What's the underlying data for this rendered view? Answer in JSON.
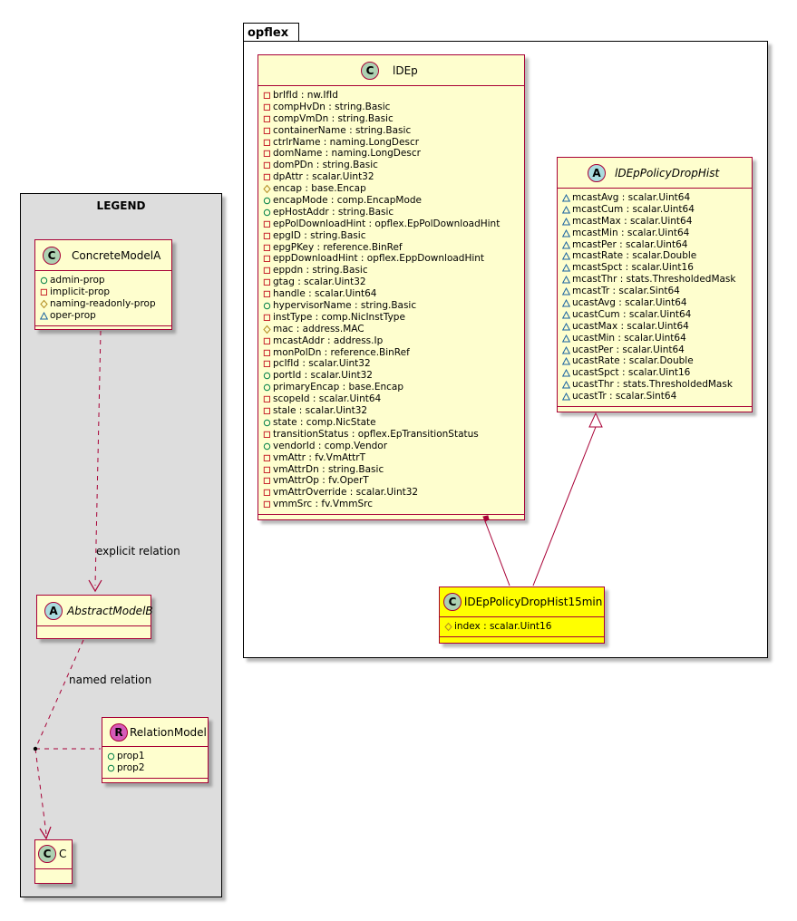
{
  "package": {
    "name": "opflex"
  },
  "legend": {
    "title": "LEGEND",
    "concrete_model": {
      "name": "ConcreteModelA",
      "stereotype": "C",
      "attributes": [
        {
          "vis": "public",
          "text": "admin-prop"
        },
        {
          "vis": "private",
          "text": "implicit-prop"
        },
        {
          "vis": "protected",
          "text": "naming-readonly-prop"
        },
        {
          "vis": "package",
          "text": "oper-prop"
        }
      ]
    },
    "abstract_model": {
      "name": "AbstractModelB",
      "stereotype": "A"
    },
    "relation_model": {
      "name": "RelationModel",
      "stereotype": "R",
      "attributes": [
        {
          "vis": "public",
          "text": "prop1"
        },
        {
          "vis": "public",
          "text": "prop2"
        }
      ]
    },
    "class_c": {
      "name": "C",
      "stereotype": "C"
    },
    "explicit_relation_label": "explicit relation",
    "named_relation_label": "named relation"
  },
  "ldep": {
    "name": "lDEp",
    "stereotype": "C",
    "attributes": [
      {
        "vis": "private",
        "text": "brIfId : nw.IfId"
      },
      {
        "vis": "private",
        "text": "compHvDn : string.Basic"
      },
      {
        "vis": "private",
        "text": "compVmDn : string.Basic"
      },
      {
        "vis": "private",
        "text": "containerName : string.Basic"
      },
      {
        "vis": "private",
        "text": "ctrlrName : naming.LongDescr"
      },
      {
        "vis": "private",
        "text": "domName : naming.LongDescr"
      },
      {
        "vis": "private",
        "text": "domPDn : string.Basic"
      },
      {
        "vis": "private",
        "text": "dpAttr : scalar.Uint32"
      },
      {
        "vis": "protected",
        "text": "encap : base.Encap"
      },
      {
        "vis": "public",
        "text": "encapMode : comp.EncapMode"
      },
      {
        "vis": "public",
        "text": "epHostAddr : string.Basic"
      },
      {
        "vis": "private",
        "text": "epPolDownloadHint : opflex.EpPolDownloadHint"
      },
      {
        "vis": "private",
        "text": "epgID : string.Basic"
      },
      {
        "vis": "private",
        "text": "epgPKey : reference.BinRef"
      },
      {
        "vis": "private",
        "text": "eppDownloadHint : opflex.EppDownloadHint"
      },
      {
        "vis": "private",
        "text": "eppdn : string.Basic"
      },
      {
        "vis": "private",
        "text": "gtag : scalar.Uint32"
      },
      {
        "vis": "private",
        "text": "handle : scalar.Uint64"
      },
      {
        "vis": "public",
        "text": "hypervisorName : string.Basic"
      },
      {
        "vis": "private",
        "text": "instType : comp.NicInstType"
      },
      {
        "vis": "protected",
        "text": "mac : address.MAC"
      },
      {
        "vis": "private",
        "text": "mcastAddr : address.Ip"
      },
      {
        "vis": "private",
        "text": "monPolDn : reference.BinRef"
      },
      {
        "vis": "private",
        "text": "pcIfId : scalar.Uint32"
      },
      {
        "vis": "public",
        "text": "portId : scalar.Uint32"
      },
      {
        "vis": "public",
        "text": "primaryEncap : base.Encap"
      },
      {
        "vis": "private",
        "text": "scopeId : scalar.Uint64"
      },
      {
        "vis": "private",
        "text": "stale : scalar.Uint32"
      },
      {
        "vis": "public",
        "text": "state : comp.NicState"
      },
      {
        "vis": "private",
        "text": "transitionStatus : opflex.EpTransitionStatus"
      },
      {
        "vis": "public",
        "text": "vendorId : comp.Vendor"
      },
      {
        "vis": "private",
        "text": "vmAttr : fv.VmAttrT"
      },
      {
        "vis": "private",
        "text": "vmAttrDn : string.Basic"
      },
      {
        "vis": "private",
        "text": "vmAttrOp : fv.OperT"
      },
      {
        "vis": "private",
        "text": "vmAttrOverride : scalar.Uint32"
      },
      {
        "vis": "private",
        "text": "vmmSrc : fv.VmmSrc"
      }
    ]
  },
  "drophist": {
    "name": "lDEpPolicyDropHist",
    "stereotype": "A",
    "attributes": [
      {
        "vis": "package",
        "text": "mcastAvg : scalar.Uint64"
      },
      {
        "vis": "package",
        "text": "mcastCum : scalar.Uint64"
      },
      {
        "vis": "package",
        "text": "mcastMax : scalar.Uint64"
      },
      {
        "vis": "package",
        "text": "mcastMin : scalar.Uint64"
      },
      {
        "vis": "package",
        "text": "mcastPer : scalar.Uint64"
      },
      {
        "vis": "package",
        "text": "mcastRate : scalar.Double"
      },
      {
        "vis": "package",
        "text": "mcastSpct : scalar.Uint16"
      },
      {
        "vis": "package",
        "text": "mcastThr : stats.ThresholdedMask"
      },
      {
        "vis": "package",
        "text": "mcastTr : scalar.Sint64"
      },
      {
        "vis": "package",
        "text": "ucastAvg : scalar.Uint64"
      },
      {
        "vis": "package",
        "text": "ucastCum : scalar.Uint64"
      },
      {
        "vis": "package",
        "text": "ucastMax : scalar.Uint64"
      },
      {
        "vis": "package",
        "text": "ucastMin : scalar.Uint64"
      },
      {
        "vis": "package",
        "text": "ucastPer : scalar.Uint64"
      },
      {
        "vis": "package",
        "text": "ucastRate : scalar.Double"
      },
      {
        "vis": "package",
        "text": "ucastSpct : scalar.Uint16"
      },
      {
        "vis": "package",
        "text": "ucastThr : stats.ThresholdedMask"
      },
      {
        "vis": "package",
        "text": "ucastTr : scalar.Sint64"
      }
    ]
  },
  "drophist15": {
    "name": "lDEpPolicyDropHist15min",
    "stereotype": "C",
    "attributes": [
      {
        "vis": "protected",
        "text": "index : scalar.Uint16"
      }
    ]
  },
  "colors": {
    "class_fill": "#fefece",
    "class_border": "#a80036",
    "highlight_fill": "#ffff00",
    "legend_fill": "#dddddd"
  }
}
